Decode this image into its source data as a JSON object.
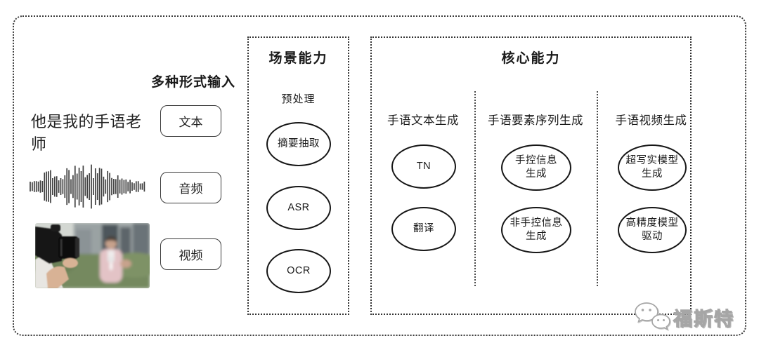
{
  "input_section": {
    "header": "多种形式输入",
    "sentence": "他是我的手语老师",
    "boxes": [
      {
        "label": "文本"
      },
      {
        "label": "音频"
      },
      {
        "label": "视频"
      }
    ],
    "media": {
      "waveform_icon": "audio-waveform",
      "photo_icon": "camera-filming-reporter-photo"
    }
  },
  "scene_box": {
    "title": "场景能力",
    "subtitle": "预处理",
    "nodes": [
      {
        "lines": [
          "摘要抽取"
        ]
      },
      {
        "lines": [
          "ASR"
        ]
      },
      {
        "lines": [
          "OCR"
        ]
      }
    ]
  },
  "core_box": {
    "title": "核心能力",
    "columns": [
      {
        "header": "手语文本生成",
        "nodes": [
          {
            "lines": [
              "TN"
            ]
          },
          {
            "lines": [
              "翻译"
            ]
          }
        ]
      },
      {
        "header": "手语要素序列生成",
        "nodes": [
          {
            "lines": [
              "手控信息",
              "生成"
            ]
          },
          {
            "lines": [
              "非手控信息",
              "生成"
            ]
          }
        ]
      },
      {
        "header": "手语视频生成",
        "nodes": [
          {
            "lines": [
              "超写实模型",
              "生成"
            ]
          },
          {
            "lines": [
              "高精度模型",
              "驱动"
            ]
          }
        ]
      }
    ]
  },
  "watermark": {
    "text": "福斯特",
    "icon": "wechat-chat-bubbles"
  },
  "colors": {
    "line": "#343434",
    "text": "#1a1a1a",
    "watermark_gray": "#a6a6a6",
    "waveform": "#3f3f3f"
  }
}
